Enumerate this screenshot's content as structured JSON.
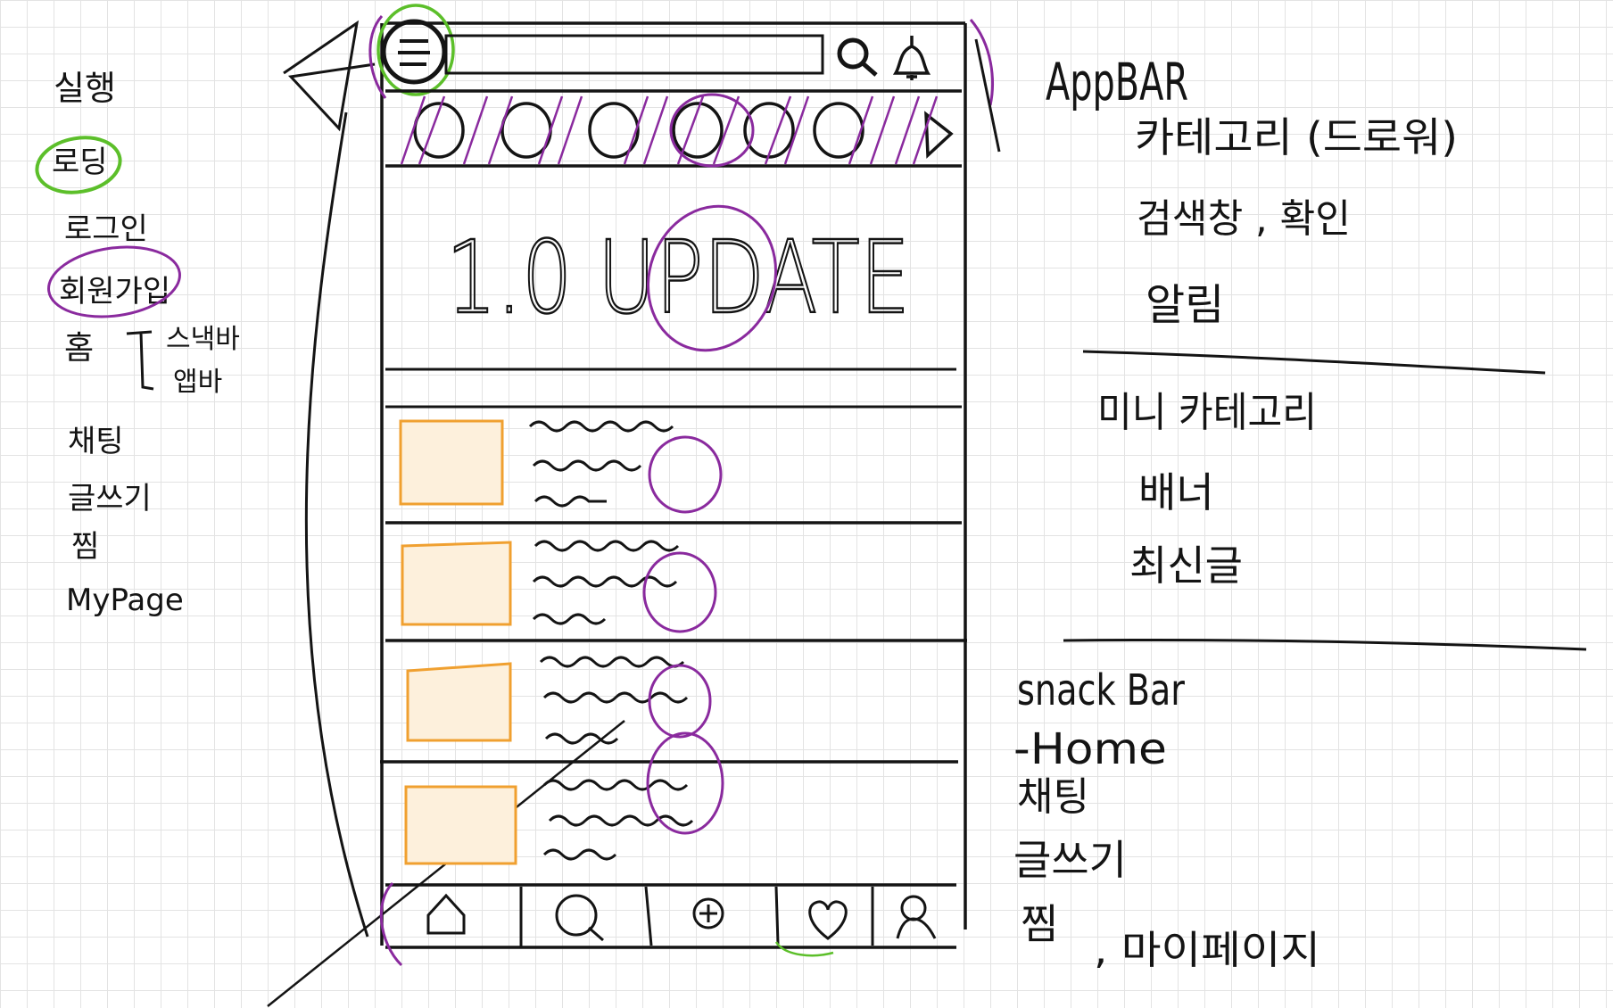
{
  "left_flow": {
    "items": [
      "실행",
      "로딩",
      "로그인",
      "회원가입",
      "홈",
      "채팅",
      "글쓰기",
      "찜",
      "MyPage"
    ],
    "home_parts": [
      "스낵바",
      "앱바"
    ]
  },
  "phone": {
    "banner_text": "1.0 UPDATE",
    "post_count": 4,
    "bottom_icons": [
      "home-icon",
      "search-icon",
      "plus-icon",
      "heart-icon",
      "user-icon"
    ],
    "top_icons": [
      "menu-icon",
      "search-icon",
      "bell-icon"
    ],
    "category_chip_count": 6
  },
  "notes_appbar": {
    "title": "AppBAR",
    "items": [
      "카테고리 (드로워)",
      "검색창 , 확인",
      "알림"
    ]
  },
  "notes_main": {
    "items": [
      "미니 카테고리",
      "배너",
      "최신글"
    ]
  },
  "notes_snackbar": {
    "title": "snack Bar",
    "items": [
      "-Home",
      "채팅",
      "글쓰기",
      "찜"
    ],
    "extra": ", 마이페이지"
  },
  "colors": {
    "ink": "#141414",
    "green_highlight": "#5cbf2a",
    "purple_annotation": "#8a2a9e",
    "thumb_border": "#f0a030",
    "thumb_fill": "#fdf0dc"
  }
}
